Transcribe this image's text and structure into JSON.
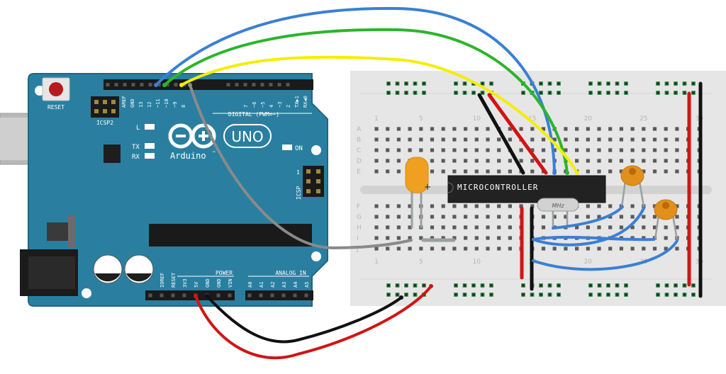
{
  "arduino": {
    "reset_label": "RESET",
    "icsp2_label": "ICSP2",
    "icsp_label": "ICSP",
    "led_l": "L",
    "led_tx": "TX",
    "led_rx": "RX",
    "on_label": "ON",
    "uno_label": "UNO",
    "brand": "Arduino",
    "tm_mark": "™",
    "digital_label": "DIGITAL (PWM=~)",
    "power_label": "POWER",
    "analog_label": "ANALOG IN",
    "icsp_pin1": "1",
    "top_header_labels": [
      "AREF",
      "GND",
      "13",
      "12",
      "~11",
      "~10",
      "~9",
      "8",
      "7",
      "~6",
      "~5",
      "4",
      "~3",
      "2",
      "TX▶1",
      "RX◀0"
    ],
    "bottom_header_labels": [
      "IOREF",
      "RESET",
      "3V3",
      "5V",
      "GND",
      "GND",
      "VIN",
      "A0",
      "A1",
      "A2",
      "A3",
      "A4",
      "A5"
    ]
  },
  "breadboard": {
    "column_numbers_top": [
      "1",
      "5",
      "10",
      "15",
      "20",
      "25",
      "30"
    ],
    "column_numbers_bottom": [
      "1",
      "5",
      "10",
      "15",
      "20",
      "25",
      "30"
    ],
    "row_letters_top": [
      "A",
      "B",
      "C",
      "D",
      "E"
    ],
    "row_letters_bottom": [
      "F",
      "G",
      "H",
      "I",
      "J"
    ]
  },
  "components": {
    "chip_label": "MICROCONTROLLER",
    "crystal_label": "MHz",
    "tantalum_polarity": "+"
  },
  "colors": {
    "board": "#2a7fa0",
    "board_edge": "#1f6783",
    "wire_blue": "#3b7fd4",
    "wire_green": "#2bb52b",
    "wire_yellow": "#f4ee00",
    "wire_gray": "#8a8a8a",
    "wire_red": "#d11414",
    "wire_black": "#111111",
    "cap_orange": "#f0a020",
    "ceramic_orange": "#e2901c"
  }
}
